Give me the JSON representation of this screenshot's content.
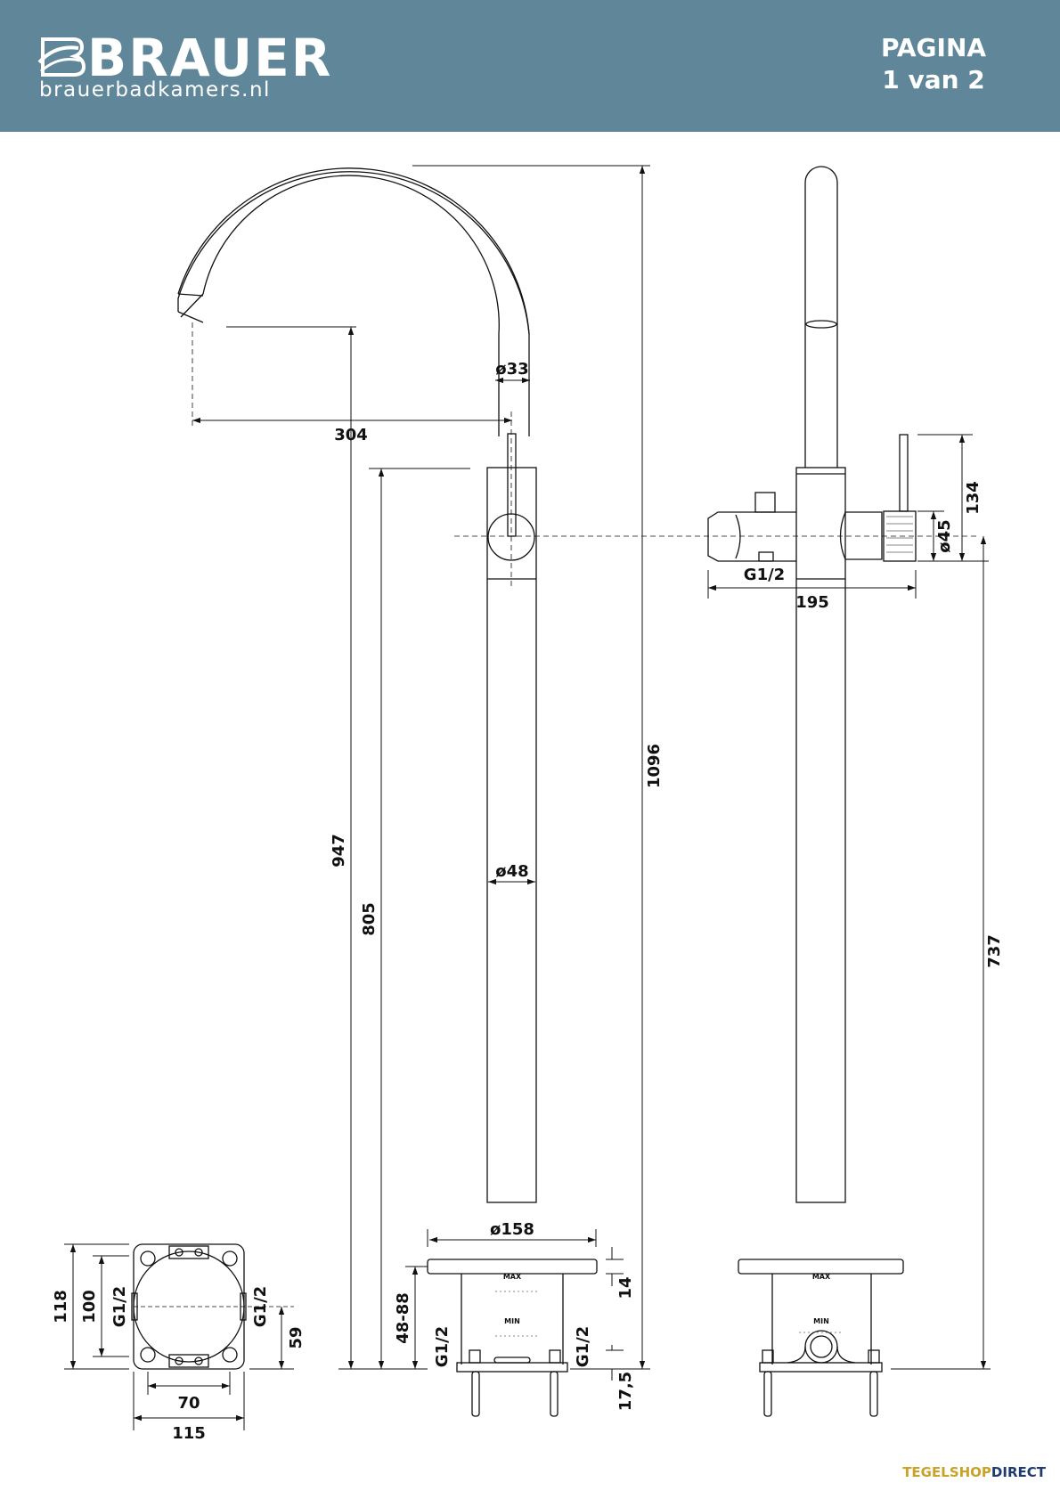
{
  "header": {
    "brand": "BRAUER",
    "website": "brauerbadkamers.nl",
    "page_label": "PAGINA",
    "page_number": "1 van 2",
    "color": "#5f8799"
  },
  "dimensions": {
    "spout_diameter": "ø33",
    "spout_reach": "304",
    "body_diameter": "ø48",
    "height_947": "947",
    "height_805": "805",
    "height_1096": "1096",
    "base_diameter": "ø158",
    "adjust_range": "48-88",
    "thread_left": "G1/2",
    "thread_right": "G1/2",
    "dim_14": "14",
    "dim_17_5": "17,5",
    "handle_134": "134",
    "handle_diameter": "ø45",
    "side_thread": "G1/2",
    "side_width": "195",
    "side_height": "737",
    "plan_118": "118",
    "plan_100": "100",
    "plan_thread_left": "G1/2",
    "plan_thread_right": "G1/2",
    "plan_59": "59",
    "plan_70": "70",
    "plan_115": "115",
    "max_label": "MAX",
    "min_label": "MIN"
  },
  "footer": {
    "part1": "TEGEL",
    "part2": "SHOP",
    "part3": "DIRECT"
  }
}
